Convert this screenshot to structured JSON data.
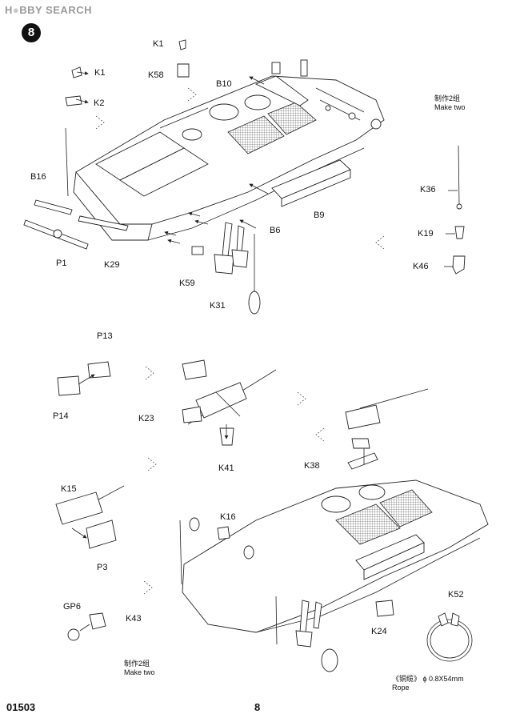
{
  "watermark": {
    "brand_a": "H",
    "brand_b": "BBY",
    "brand_c": "SEARCH"
  },
  "step": {
    "number": "8"
  },
  "notes": {
    "make_two_top_cn": "制作2组",
    "make_two_top_en": "Make two",
    "make_two_bottom_cn": "制作2组",
    "make_two_bottom_en": "Make two",
    "rope_spec": "《铜缆》 ϕ 0.8X54mm",
    "rope_label": "Rope"
  },
  "labels": {
    "K1a": "K1",
    "K58": "K58",
    "B10": "B10",
    "K1b": "K1",
    "K2": "K2",
    "B16": "B16",
    "P1": "P1",
    "K29": "K29",
    "K59": "K59",
    "K31": "K31",
    "B6": "B6",
    "B9": "B9",
    "K36": "K36",
    "K19": "K19",
    "K46": "K46",
    "P13": "P13",
    "P14": "P14",
    "K23": "K23",
    "K41": "K41",
    "K38": "K38",
    "K15": "K15",
    "P3": "P3",
    "K16": "K16",
    "GP6": "GP6",
    "K43": "K43",
    "K24": "K24",
    "K52": "K52"
  },
  "footer": {
    "catalog_number": "01503",
    "page_number": "8"
  }
}
